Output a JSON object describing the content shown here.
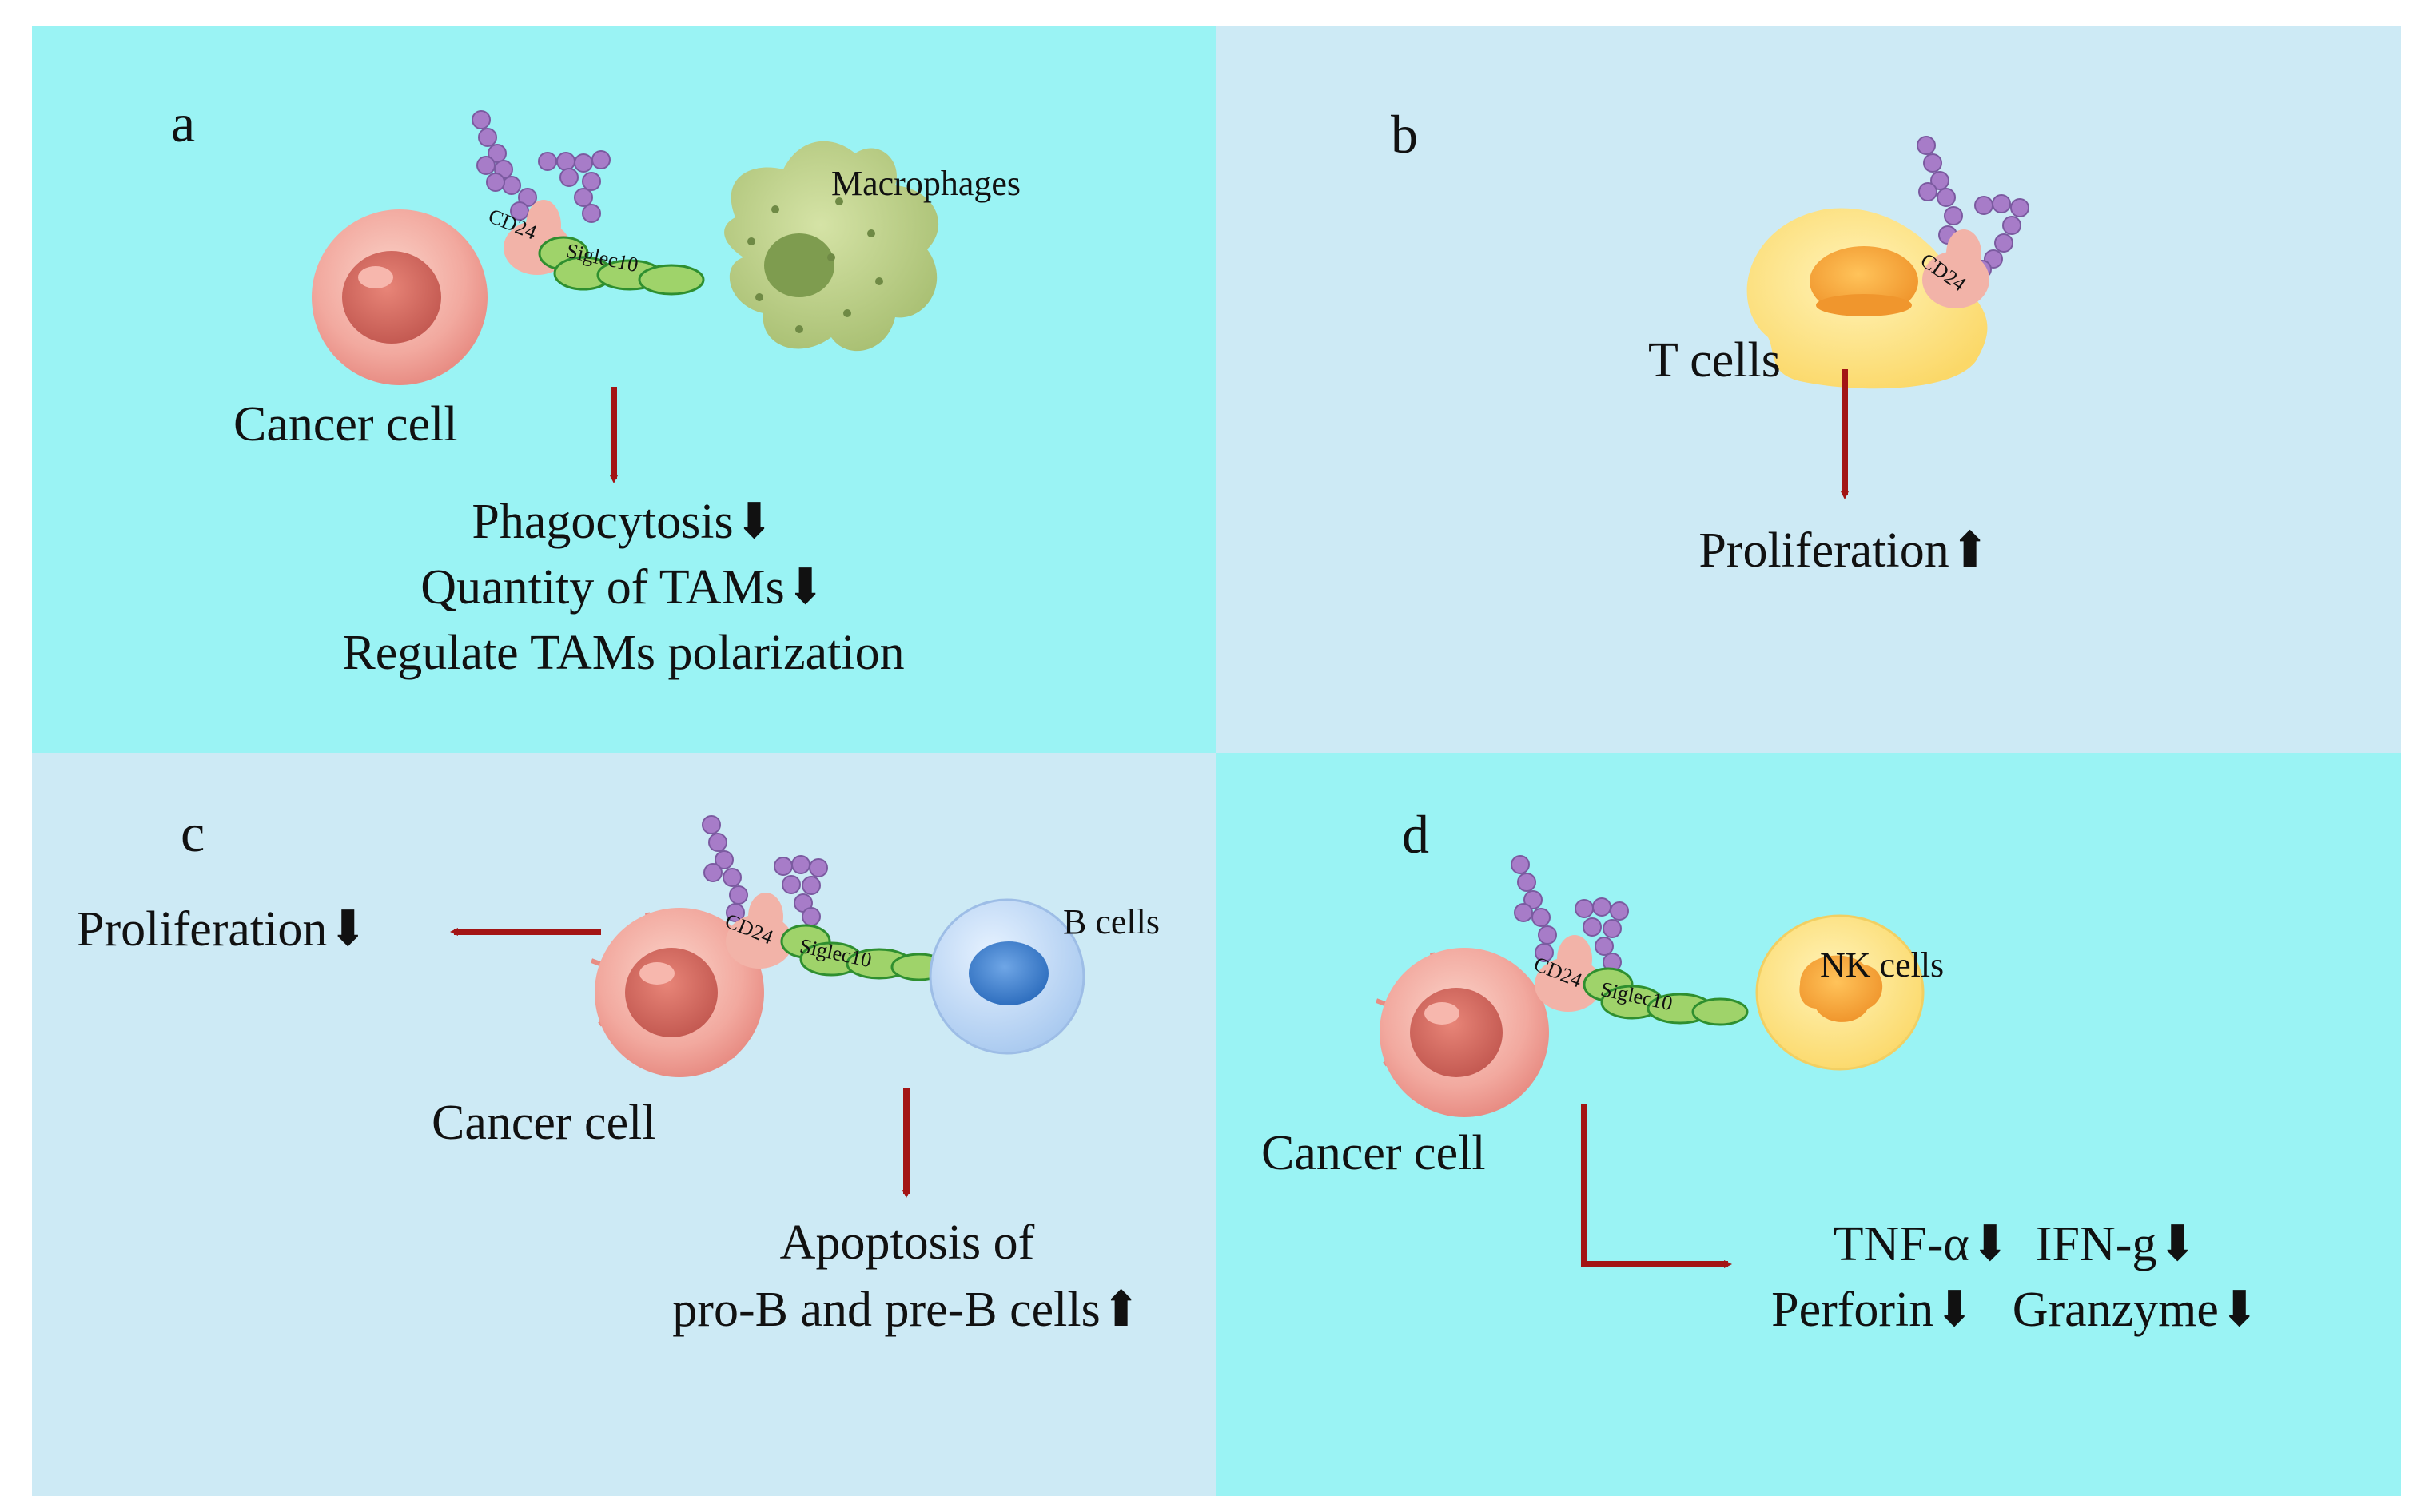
{
  "panels": {
    "a": {
      "letter": "a",
      "cancer_label": "Cancer cell",
      "receptor_label": "CD24",
      "ligand_label": "Siglec10",
      "partner_label": "Macrophages",
      "effects": [
        "Phagocytosis⬇",
        "Quantity of TAMs⬇",
        "Regulate TAMs polarization"
      ],
      "colors": {
        "background": "#9af3f4",
        "partner_cell": "#b5c97e"
      }
    },
    "b": {
      "letter": "b",
      "cell_label": "T cells",
      "receptor_label": "CD24",
      "effects": [
        "Proliferation⬆"
      ],
      "colors": {
        "background": "#cdeaf5",
        "partner_cell": "#fde58a"
      }
    },
    "c": {
      "letter": "c",
      "cancer_label": "Cancer cell",
      "receptor_label": "CD24",
      "ligand_label": "Siglec10",
      "partner_label": "B cells",
      "side_effect": "Proliferation⬇",
      "effects": [
        "Apoptosis of",
        "pro-B and pre-B cells⬆"
      ],
      "colors": {
        "background": "#cdeaf5",
        "partner_cell": "#bcd8f5"
      }
    },
    "d": {
      "letter": "d",
      "cancer_label": "Cancer cell",
      "receptor_label": "CD24",
      "ligand_label": "Siglec10",
      "partner_label": "NK cells",
      "effects": [
        "TNF-α⬇  IFN-g⬇",
        "Perforin⬇   Granzyme⬇"
      ],
      "colors": {
        "background": "#9af3f4",
        "partner_cell": "#fde58a"
      }
    }
  },
  "colors": {
    "arrow": "#a31515",
    "glycan": "#a77cc8",
    "cd24": "#f2b3a8",
    "siglec": "#9fd36a",
    "cancer_cell": "#e98f86"
  }
}
